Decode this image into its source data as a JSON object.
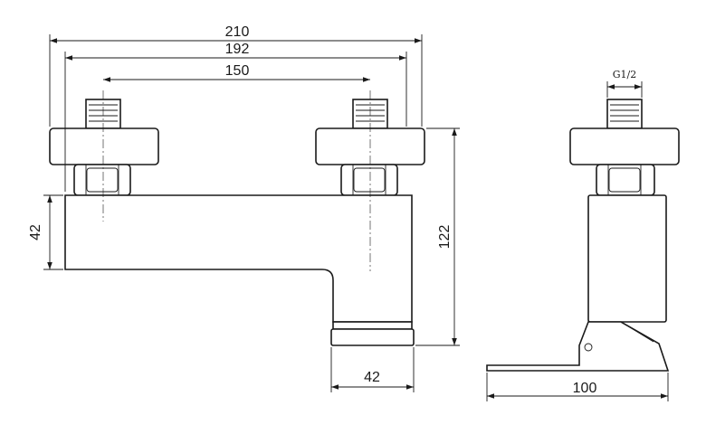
{
  "dimensions": {
    "overall_width": "210",
    "outer_flange_span": "192",
    "inlet_centers": "150",
    "body_height": "42",
    "total_height": "122",
    "spout_width": "42",
    "side_depth": "100",
    "thread": "G1/2"
  }
}
